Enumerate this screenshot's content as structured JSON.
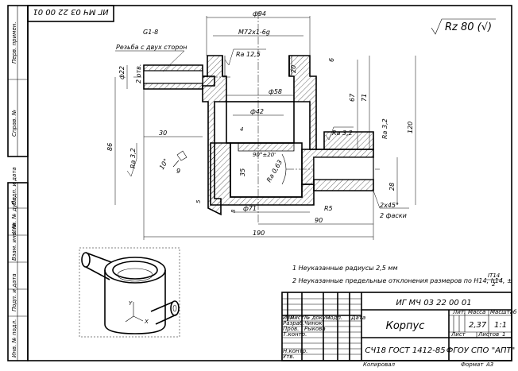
{
  "document": {
    "designation_top": "ИГ МЧ 03 22 00 01",
    "roughness_symbol": "Rz 80 (√)",
    "side_labels": [
      "Перв. примен.",
      "Справ. №",
      "Подп. и дата",
      "Инв. № дубл.",
      "Взам. инв. №",
      "Подп. и дата",
      "Инв. № подл."
    ]
  },
  "dimensions": {
    "d94": "ф94",
    "m72": "М72х1-6g",
    "g1_8": "G1-8",
    "thread_note": "Резьба с двух сторон",
    "ra125": "Ra 12,5",
    "d22": "ф22",
    "two_holes": "2 отв.",
    "d58": "ф58",
    "d42": "ф42",
    "twenty": "20",
    "six": "6",
    "sixty_seven": "67",
    "seventy_one": "71",
    "hundred_twenty": "120",
    "ra32_a": "Ra 3,2",
    "ra32_b": "Ra 3,2",
    "ra32_c": "Ra 3,2",
    "thirty": "30",
    "eighty_six": "86",
    "ten_deg": "10°",
    "nine": "9",
    "angle_90": "90°±20'",
    "ra063": "Ra 0,63",
    "thirty_five": "35",
    "four": "4",
    "five": "5",
    "d71": "ф71",
    "r5": "R5",
    "ninety": "90",
    "twenty_eight": "28",
    "chamfer": "2х45°",
    "chamfer_note": "2 фаски",
    "one_ninety": "190",
    "eight": "8"
  },
  "notes": {
    "note1": "1  Неуказанные радиусы 2,5 мм",
    "note2": "2  Неуказанные предельные отклонения размеров по Н14, h14, ±",
    "it14_num": "IT14",
    "it14_den": "2"
  },
  "title_block": {
    "designation": "ИГ МЧ 03 22 00 01",
    "part_name": "Корпус",
    "material": "СЧ18  ГОСТ 1412-85",
    "organization": "ФГОУ СПО \"АПТ\"",
    "col_izm": "Изм",
    "col_list": "Лист",
    "col_doc": "№ докум.",
    "col_sign": "Подп.",
    "col_date": "Дата",
    "row_razrab": "Разраб.",
    "row_prov": "Пров.",
    "row_tkontr": "Т.контр.",
    "row_nkontr": "Н.контр.",
    "row_utv": "Утв.",
    "name_razrab": "Чинок",
    "name_prov": "Рыкова",
    "lit": "Лит.",
    "mass": "Масса",
    "scale": "Масштаб",
    "mass_value": "2,37",
    "scale_value": "1:1",
    "sheet_label": "Лист",
    "sheets_label": "Листов",
    "sheets_value": "1",
    "copied": "Копировал",
    "format": "Формат",
    "format_value": "А3"
  }
}
